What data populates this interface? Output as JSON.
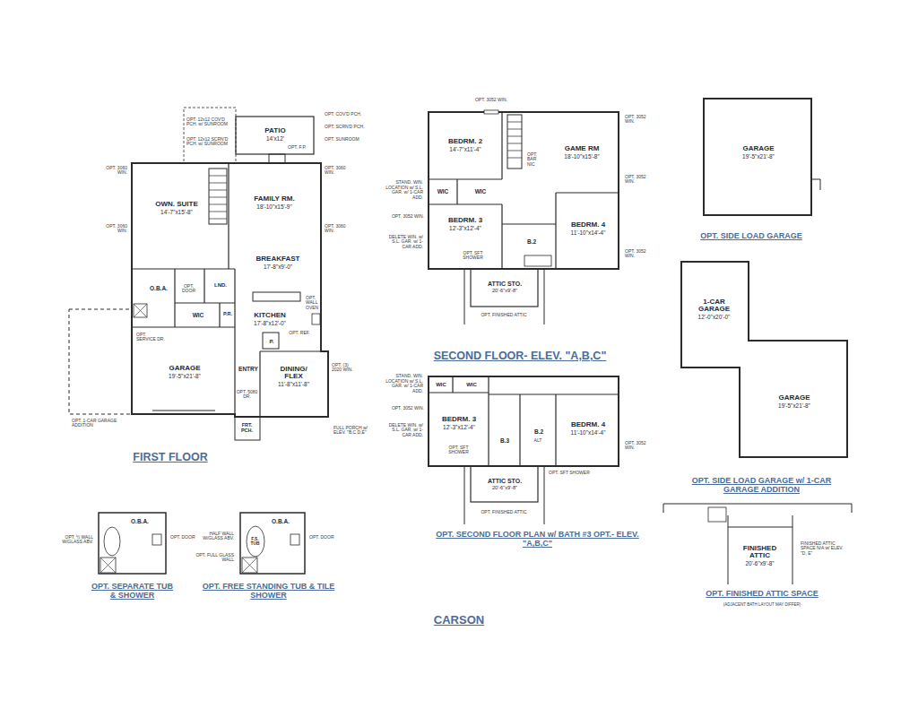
{
  "diagram": {
    "title": "CARSON",
    "nodes": [
      {
        "text": [
          "PATIO",
          "14'x12'"
        ]
      },
      {
        "text": [
          "OWN. SUITE",
          "14'-7\"x15'-8\""
        ]
      },
      {
        "text": [
          "FAMILY RM.",
          "18'-10\"x15'-9\""
        ]
      },
      {
        "text": [
          "BREAKFAST",
          "17'-8\"x9'-0\""
        ]
      },
      {
        "text": [
          "O.B.A."
        ]
      },
      {
        "text": [
          "LND."
        ]
      },
      {
        "text": [
          "WIC"
        ]
      },
      {
        "text": [
          "P.R."
        ]
      },
      {
        "text": [
          "KITCHEN",
          "17'-8\"x12'-0\""
        ]
      },
      {
        "text": [
          "P."
        ]
      },
      {
        "text": [
          "GARAGE",
          "19'-5\"x21'-8\""
        ]
      },
      {
        "text": [
          "ENTRY"
        ]
      },
      {
        "text": [
          "DINING/ FLEX",
          "11'-8\"x11'-8\""
        ]
      },
      {
        "text": [
          "FRT. PCH."
        ]
      },
      {
        "text": [
          "BEDRM. 2",
          "14'-7\"x11'-4\""
        ]
      },
      {
        "text": [
          "GAME RM",
          "18'-10\"x15'-8\""
        ]
      },
      {
        "text": [
          "WIC"
        ]
      },
      {
        "text": [
          "WIC"
        ]
      },
      {
        "text": [
          "BEDRM. 3",
          "12'-3\"x12'-4\""
        ]
      },
      {
        "text": [
          "B.2"
        ]
      },
      {
        "text": [
          "BEDRM. 4",
          "11'-10\"x14'-4\""
        ]
      },
      {
        "text": [
          "ATTIC STO.",
          "20'-6\"x9'-8\""
        ]
      },
      {
        "text": [
          "WIC"
        ]
      },
      {
        "text": [
          "WIC"
        ]
      },
      {
        "text": [
          "BEDRM. 3",
          "12'-3\"x12'-4\""
        ]
      },
      {
        "text": [
          "B.3"
        ]
      },
      {
        "text": [
          "B.2"
        ]
      },
      {
        "text": [
          "BEDRM. 4",
          "11'-10\"x14'-4\""
        ]
      },
      {
        "text": [
          "ATTIC STO.",
          "20'-6\"x9'-8\""
        ]
      },
      {
        "text": [
          "GARAGE",
          "19'-5\"x21'-8\""
        ]
      },
      {
        "text": [
          "1-CAR GARAGE",
          "12'-0\"x20'-0\""
        ]
      },
      {
        "text": [
          "GARAGE",
          "19'-5\"x21'-8\""
        ]
      },
      {
        "text": [
          "FINISHED ATTIC",
          "20'-6\"x9'-8\""
        ]
      },
      {
        "text": [
          "O.B.A."
        ]
      },
      {
        "text": [
          "O.B.A."
        ]
      },
      {
        "text": [
          "F.S. TUB"
        ]
      }
    ],
    "labels": [
      "OPT. 12x12 COV'D PCH. w/ SUNROOM",
      "OPT. 12x12 SCRN'D PCH. w/ SUNROOM",
      "OPT. COV'D PCH.",
      "OPT. SCRN'D PCH.",
      "OPT. SUNROOM",
      "OPT. F.P.",
      "OPT. 3060 WIN.",
      "OPT. 3060 WIN.",
      "OPT. 3060 WIN.",
      "OPT. 3060 WIN.",
      "OPT. DOOR",
      "OPT. WALL OVEN",
      "OPT. REF.",
      "OPT. SERVICE DR.",
      "OPT. 5080 DR.",
      "OPT. (3) 2020 WIN.",
      "OPT. 1-CAR GARAGE ADDITION",
      "FULL PORCH w/ ELEV. \"B,C,D,E\"",
      "FIRST FLOOR",
      "OPT. 3052 WIN.",
      "OPT. BAR NIC",
      "OPT. 3052 WIN.",
      "STAND. WIN. LOCATION w/ S.L. GAR. w/ 1-CAR ADD.",
      "OPT. 3052 WIN.",
      "OPT. 3052 WIN.",
      "DELETE WIN. w/ S.L. GAR. w/ 1-CAR ADD.",
      "OPT. SFT SHOWER",
      "OPT. 3052 WIN.",
      "OPT. FINISHED ATTIC",
      "SECOND FLOOR- ELEV. \"A,B,C\"",
      "STAND. WIN. LOCATION w/ S.L. GAR. w/ 1-CAR ADD.",
      "OPT. 3052 WIN.",
      "DELETE WIN. w/ S.L. GAR. w/ 1-CAR ADD.",
      "OPT. SFT SHOWER",
      "ALT",
      "OPT. 3052 WIN.",
      "OPT. SFT SHOWER",
      "OPT. FINISHED ATTIC",
      "OPT. SECOND FLOOR PLAN w/ BATH #3 OPT.- ELEV. \"A,B,C\"",
      "OPT. SIDE LOAD GARAGE",
      "OPT. SIDE LOAD GARAGE w/ 1-CAR GARAGE ADDITION",
      "FINISHED ATTIC SPACE N/A w/ ELEV. \"D, E\"",
      "OPT. FINISHED ATTIC SPACE",
      "(ADJACENT BATH LAYOUT MAY DIFFER)",
      "OPT. ½ WALL W/GLASS ABV.",
      "OPT. DOOR",
      "OPT. SEPARATE TUB & SHOWER",
      "HALF WALL W/GLASS ABV.",
      "OPT. FULL GLASS WALL",
      "OPT. DOOR",
      "OPT. FREE STANDING TUB & TILE SHOWER"
    ]
  }
}
